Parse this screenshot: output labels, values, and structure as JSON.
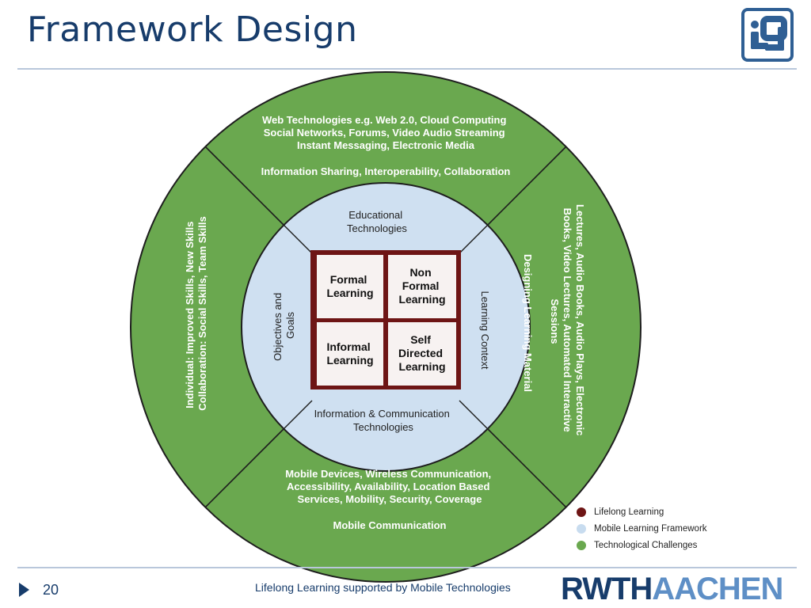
{
  "header": {
    "title": "Framework Design"
  },
  "diagram": {
    "outer": {
      "top": {
        "lines": [
          "Web Technologies e.g. Web 2.0, Cloud Computing",
          "Social Networks, Forums, Video Audio Streaming",
          "Instant Messaging, Electronic Media"
        ],
        "caption": "Information Sharing, Interoperability, Collaboration"
      },
      "bottom": {
        "lines": [
          "Mobile Devices, Wireless Communication,",
          "Accessibility, Availability, Location Based",
          "Services, Mobility, Security, Coverage"
        ],
        "caption": "Mobile Communication"
      },
      "left": {
        "lines": [
          "Individual:  Improved Skills, New Skills",
          "Collaboration: Social Skills, Team Skills"
        ]
      },
      "right": {
        "lines": [
          "Lectures, Audio Books, Audio Plays, Electronic",
          "Books, Video Lectures, Automated Interactive",
          "Sessions"
        ],
        "caption": "Designing Learning Material"
      }
    },
    "middle": {
      "top": [
        "Educational",
        "Technologies"
      ],
      "bottom": [
        "Information & Communication",
        "Technologies"
      ],
      "left": [
        "Objectives and",
        "Goals"
      ],
      "right": [
        "Learning Context"
      ]
    },
    "inner": {
      "formal": [
        "Formal",
        "Learning"
      ],
      "non_formal": [
        "Non",
        "Formal",
        "Learning"
      ],
      "informal": [
        "Informal",
        "Learning"
      ],
      "self_directed": [
        "Self",
        "Directed",
        "Learning"
      ]
    }
  },
  "legend": [
    {
      "label": "Lifelong Learning",
      "color": "#6e1515"
    },
    {
      "label": "Mobile Learning Framework",
      "color": "#c8dcef"
    },
    {
      "label": "Technological Challenges",
      "color": "#6aa84f"
    }
  ],
  "colors": {
    "outer_ring": "#6aa84f",
    "middle_ring": "#cfe0f1",
    "core_border": "#6e1515",
    "core_cell": "#f7f2f1",
    "title": "#173c6b"
  },
  "footer": {
    "page_number": "20",
    "text": "Lifelong Learning supported by Mobile Technologies",
    "logo_part1": "RWTH",
    "logo_part2": "AACHEN"
  }
}
